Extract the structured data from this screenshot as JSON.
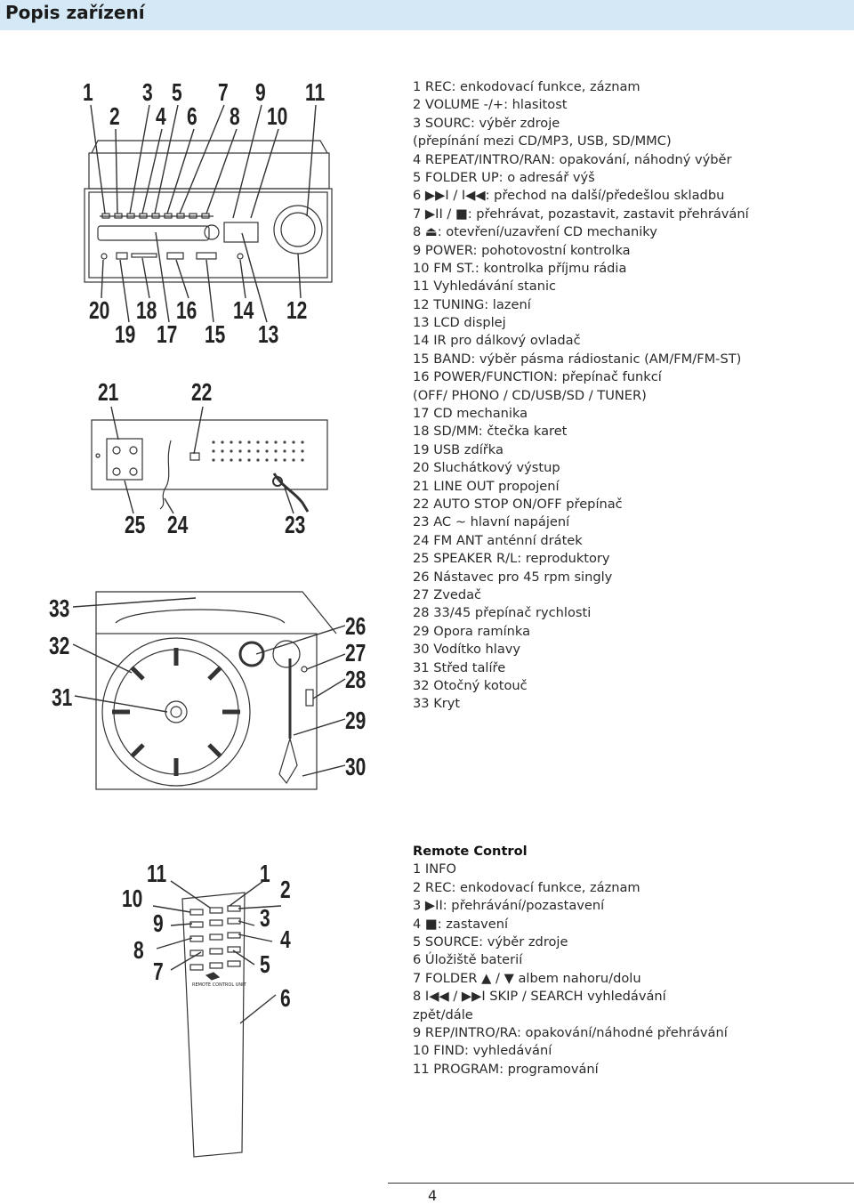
{
  "page": {
    "title": "Popis zařízení",
    "page_number": "4"
  },
  "device_list": [
    "1 REC: enkodovací funkce, záznam",
    "2 VOLUME -/+: hlasitost",
    "3 SOURC: výběr zdroje",
    "(přepínání mezi CD/MP3, USB, SD/MMC)",
    "4 REPEAT/INTRO/RAN: opakování, náhodný výběr",
    "5 FOLDER UP: o adresář výš",
    "6 ▶▶I / I◀◀: přechod na další/předešlou skladbu",
    "7 ▶II / ■: přehrávat, pozastavit, zastavit přehrávání",
    "8 ⏏: otevření/uzavření CD mechaniky",
    "9 POWER: pohotovostní kontrolka",
    "10 FM ST.: kontrolka příjmu rádia",
    "11 Vyhledávání stanic",
    "12 TUNING: lazení",
    "13 LCD displej",
    "14 IR pro dálkový ovladač",
    "15 BAND: výběr pásma rádiostanic (AM/FM/FM-ST)",
    "16 POWER/FUNCTION: přepínač funkcí",
    "(OFF/ PHONO / CD/USB/SD / TUNER)",
    "17 CD mechanika",
    "18 SD/MM: čtečka karet",
    "19 USB zdířka",
    "20 Sluchátkový výstup",
    "21 LINE OUT propojení",
    "22 AUTO STOP ON/OFF přepínač",
    "23 AC ~ hlavní napájení",
    "24 FM ANT anténní drátek",
    "25 SPEAKER R/L: reproduktory",
    "26 Nástavec pro 45 rpm singly",
    "27 Zvedač",
    "28 33/45 přepínač rychlosti",
    "29 Opora ramínka",
    "30 Vodítko hlavy",
    "31 Střed talíře",
    "32 Otočný kotouč",
    "33 Kryt"
  ],
  "remote": {
    "title": "Remote Control",
    "items": [
      "1 INFO",
      "2 REC: enkodovací funkce, záznam",
      "3 ▶II: přehrávání/pozastavení",
      "4 ■: zastavení",
      "5 SOURCE: výběr zdroje",
      "6 Úložiště baterií",
      "7 FOLDER ▲ / ▼ albem nahoru/dolu",
      "8 I◀◀ / ▶▶I SKIP / SEARCH vyhledávání",
      "zpět/dále",
      "9 REP/INTRO/RA: opakování/náhodné přehrávání",
      "10 FIND: vyhledávání",
      "11 PROGRAM: programování"
    ]
  },
  "figure_labels": {
    "front_top": [
      "1",
      "2",
      "3",
      "4",
      "5",
      "6",
      "7",
      "8",
      "9",
      "10",
      "11"
    ],
    "front_bottom": [
      "20",
      "18",
      "16",
      "14",
      "12",
      "19",
      "17",
      "15",
      "13"
    ],
    "back": [
      "21",
      "22",
      "25",
      "24",
      "23"
    ],
    "turntable": [
      "33",
      "32",
      "31",
      "26",
      "27",
      "28",
      "29",
      "30"
    ],
    "remote": [
      "11",
      "1",
      "10",
      "2",
      "9",
      "3",
      "8",
      "4",
      "7",
      "5",
      "6"
    ],
    "remote_device_text": "REMOTE CONTROL UNIT"
  }
}
